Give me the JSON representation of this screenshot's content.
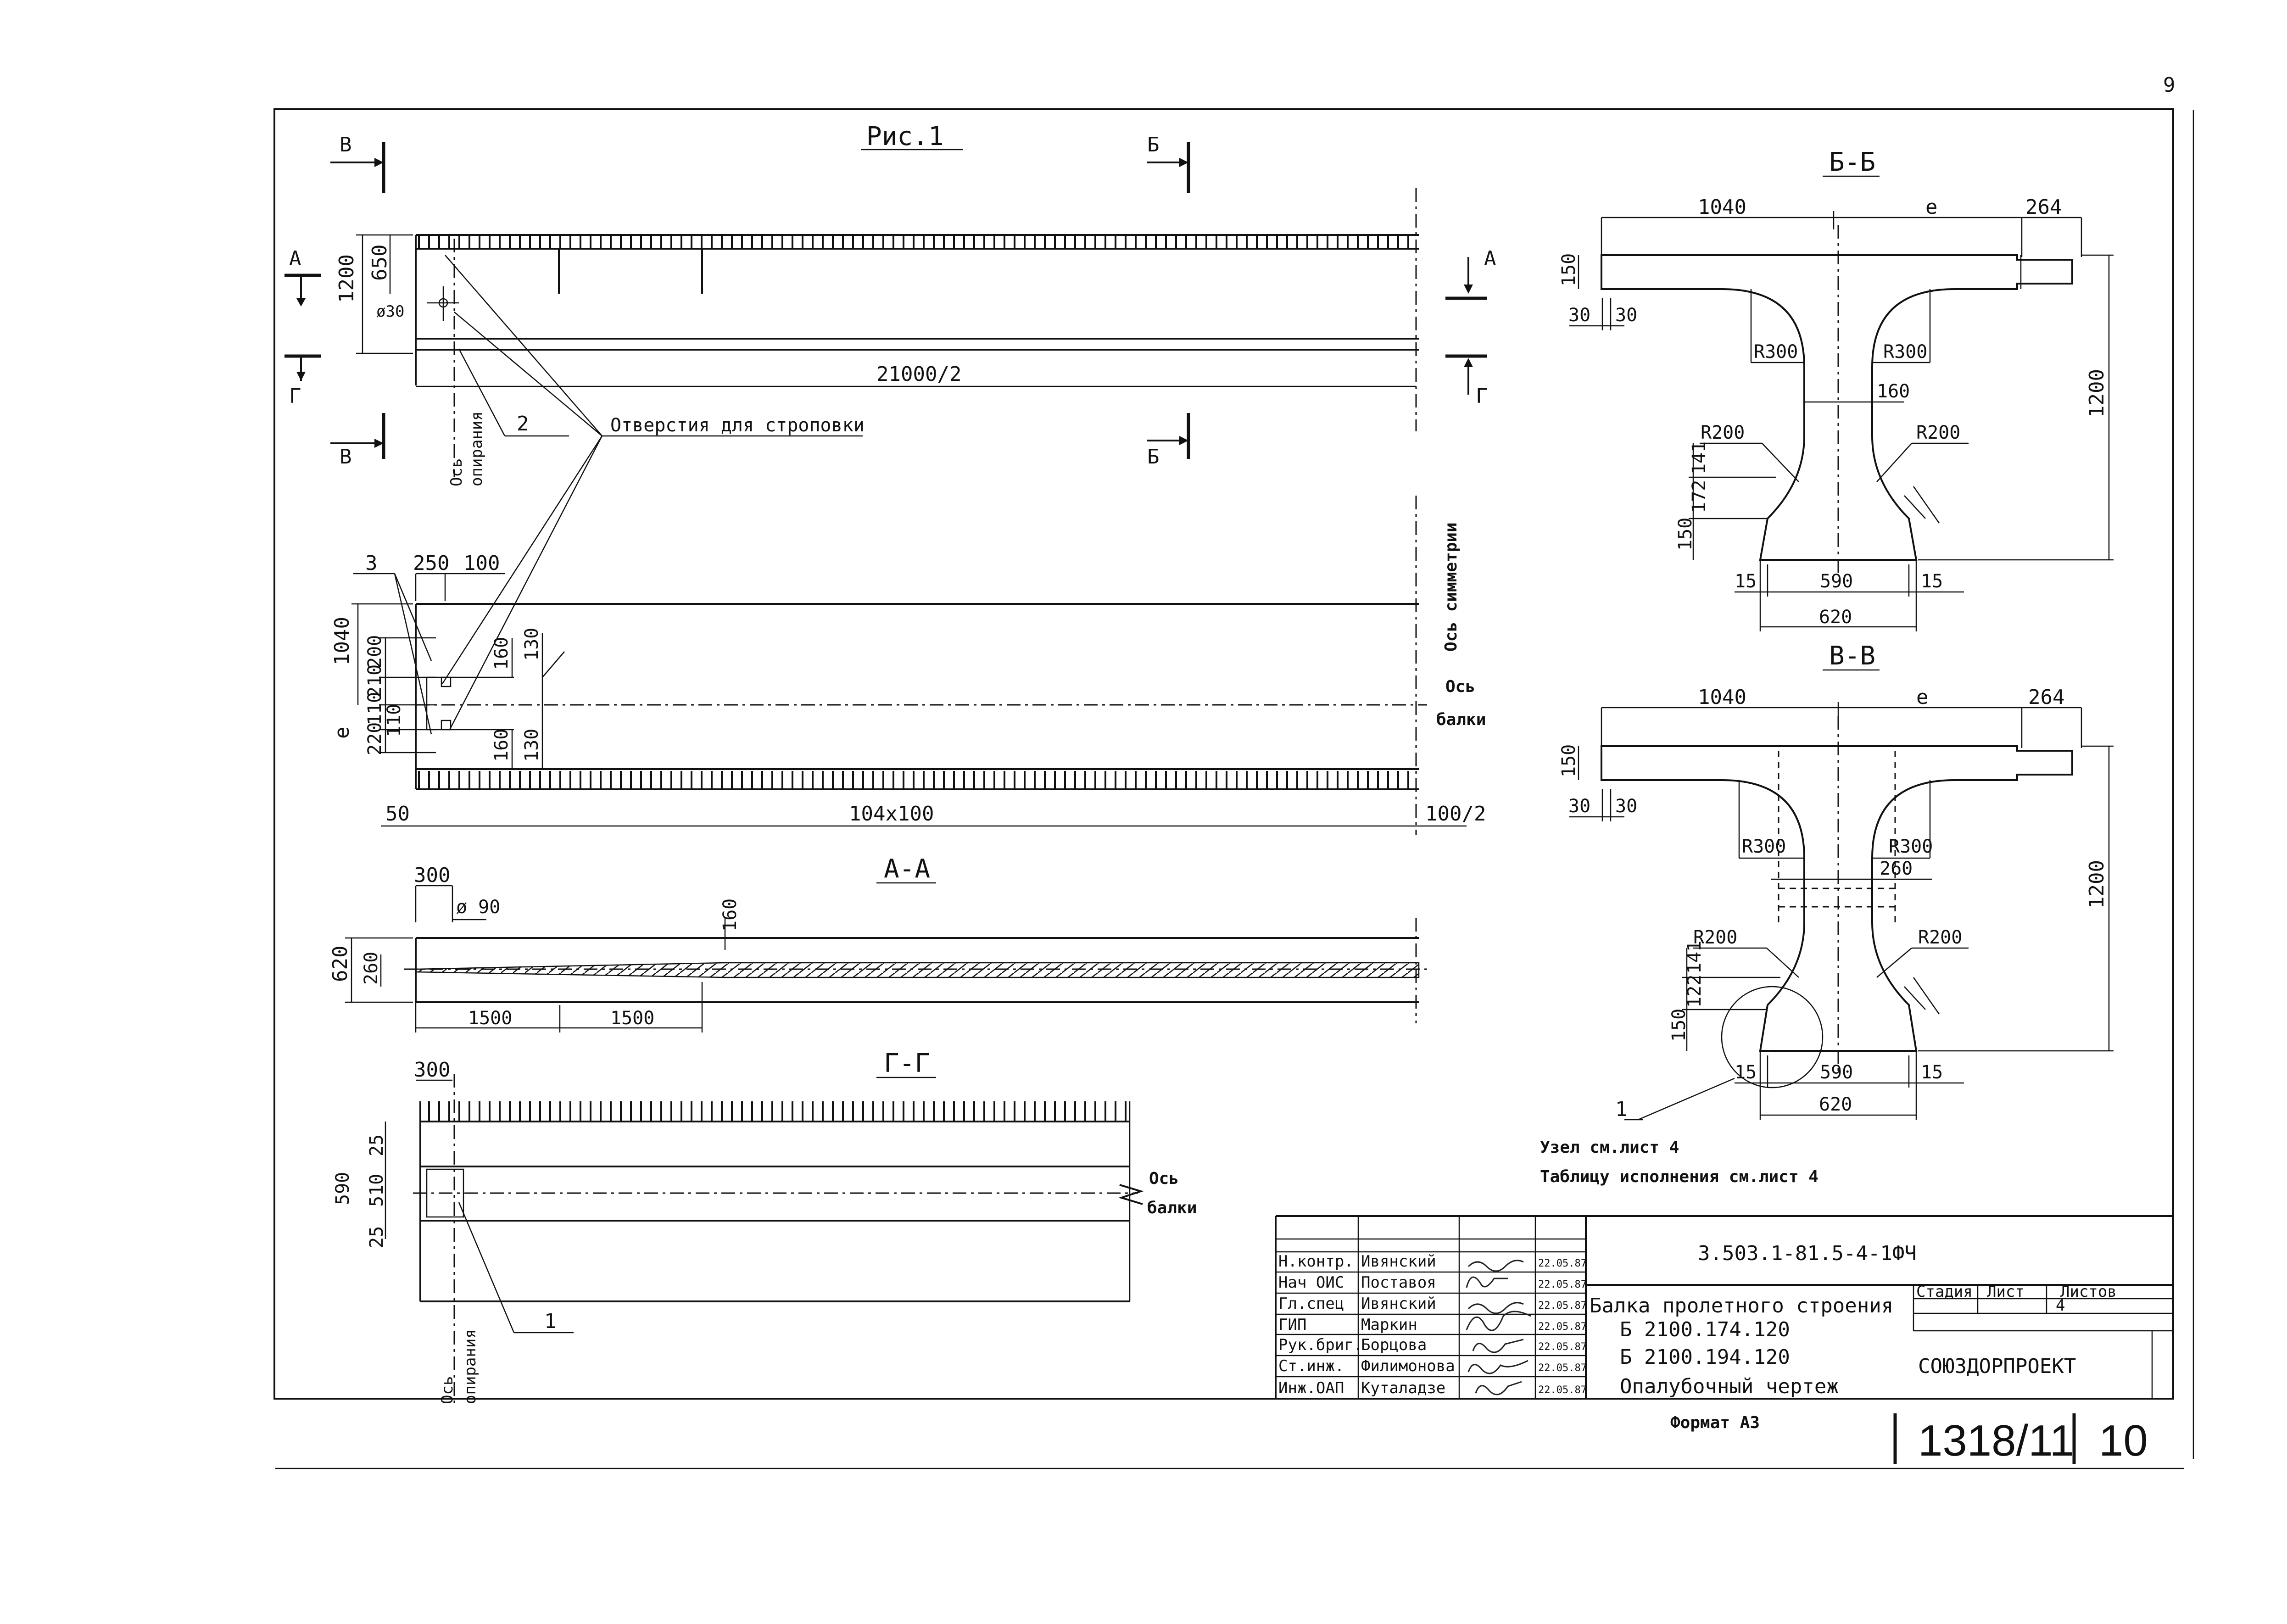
{
  "page_number": "9",
  "fig": {
    "title": "Рис.1",
    "cut_v": "В",
    "cut_b": "Б",
    "cut_a": "А",
    "cut_g": "Г",
    "dims": {
      "h1200": "1200",
      "h650": "650",
      "dia30": "ø30",
      "len": "21000/2"
    },
    "axis_support": [
      "Ось",
      "опирания"
    ],
    "callout_2": "2",
    "holes_label": "Отверстия для строповки"
  },
  "plan": {
    "callout_3": "3",
    "dims": {
      "d250": "250",
      "d100": "100",
      "w1040": "1040",
      "d200": "200",
      "d210": "210",
      "d110": "110",
      "e": "e",
      "d220": "220",
      "d110b": "110",
      "d160a": "160",
      "d130a": "130",
      "d160b": "160",
      "d130b": "130",
      "d50": "50",
      "ribs": "104x100",
      "half": "100/2"
    },
    "axis_sym": "Ось симметрии",
    "axis_beam": [
      "Ось",
      "балки"
    ]
  },
  "aa": {
    "title": "А-А",
    "dims": {
      "d300": "300",
      "dia90": "ø 90",
      "d160": "160",
      "d620": "620",
      "d260": "260",
      "d1500a": "1500",
      "d1500b": "1500"
    }
  },
  "gg": {
    "title": "Г-Г",
    "dims": {
      "d300": "300",
      "d25a": "25",
      "d590": "590",
      "d510": "510",
      "d25b": "25"
    },
    "axis_beam": [
      "Ось",
      "балки"
    ],
    "axis_support": [
      "Ось",
      "опирания"
    ],
    "callout_1": "1"
  },
  "bb": {
    "title": "Б-Б",
    "dims": {
      "d1040": "1040",
      "e": "e",
      "d264": "264",
      "d150": "150",
      "d30a": "30",
      "d30b": "30",
      "r300a": "R300",
      "r300b": "R300",
      "d160": "160",
      "d1200": "1200",
      "r200a": "R200",
      "r200b": "R200",
      "d141": "141",
      "d172": "172",
      "d150b": "150",
      "d15a": "15",
      "d590": "590",
      "d15b": "15",
      "d620": "620"
    }
  },
  "vv": {
    "title": "В-В",
    "dims": {
      "d1040": "1040",
      "e": "e",
      "d264": "264",
      "d150": "150",
      "d30a": "30",
      "d30b": "30",
      "r300a": "R300",
      "r300b": "R300",
      "d260": "260",
      "d1200": "1200",
      "r200a": "R200",
      "r200b": "R200",
      "d141": "141",
      "d122": "122",
      "d150b": "150",
      "d15a": "15",
      "d590": "590",
      "d15b": "15",
      "d620": "620"
    },
    "callout_1": "1"
  },
  "notes": {
    "uzel": "Узел   см.лист 4",
    "table": "Таблицу исполнения см.лист 4"
  },
  "stamp": {
    "doc_code": "3.503.1-81.5-4-1ФЧ",
    "rows": [
      {
        "role": "Н.контр.",
        "name": "Ивянский",
        "date": "22.05.87"
      },
      {
        "role": "Нач ОИС",
        "name": "Поставоя",
        "date": "22.05.87"
      },
      {
        "role": "Гл.спец",
        "name": "Ивянский",
        "date": "22.05.87"
      },
      {
        "role": "ГИП",
        "name": "Маркин",
        "date": "22.05.87"
      },
      {
        "role": "Рук.бриг.",
        "name": "Борцова",
        "date": "22.05.87"
      },
      {
        "role": "Ст.инж.",
        "name": "Филимонова",
        "date": "22.05.87"
      },
      {
        "role": "Инж.ОАП",
        "name": "Куталадзе",
        "date": "22.05.87"
      }
    ],
    "title_lines": [
      "Балка пролетного строения",
      "Б 2100.174.120",
      "Б 2100.194.120",
      "Опалубочный чертеж"
    ],
    "col_stage": "Стадия",
    "col_sheet": "Лист",
    "col_sheets": "Листов",
    "sheet_value": "4",
    "org": "СОЮЗДОРПРОЕКТ",
    "format": "Формат А3",
    "archive_no": "1318/11",
    "archive_sheet": "10"
  }
}
